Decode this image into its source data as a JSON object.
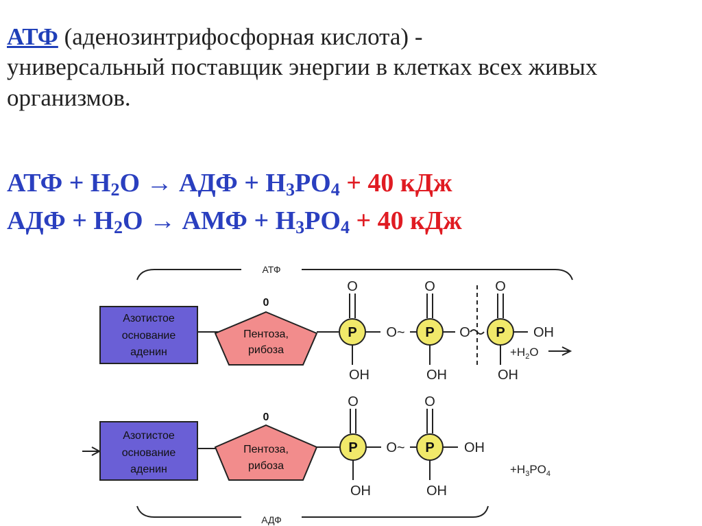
{
  "intro": {
    "abbr": "АТФ",
    "line1_rest": " (аденозинтрифосфорная кислота) -",
    "line2": "универсальный поставщик энергии в клетках всех живых организмов."
  },
  "equations": [
    {
      "lhs": "АТФ + H",
      "lhs_sub": "2",
      "mid1": "O → АДФ + H",
      "mid1_sub": "3",
      "mid2": "PO",
      "mid2_sub": "4",
      "energy": " + 40 кДж"
    },
    {
      "lhs": "АДФ + H",
      "lhs_sub": "2",
      "mid1": "O → АМФ + H",
      "mid1_sub": "3",
      "mid2": "PO",
      "mid2_sub": "4",
      "energy": " + 40 кДж"
    }
  ],
  "diagram": {
    "top_brace_label": "АТФ",
    "bottom_brace_label": "АДФ",
    "base_line1": "Азотистое",
    "base_line2": "основание",
    "base_line3": "аденин",
    "sugar_line1": "Пентоза,",
    "sugar_line2": "рибоза",
    "phosphorus": "P",
    "oxygen": "O",
    "link_o": "O",
    "ring_o": "0",
    "oh": "OH",
    "bond_tilde": "O~",
    "bridge_o": "O",
    "water_plus": "+H",
    "water_sub": "2",
    "water_tail": "O",
    "product_plus": "+H",
    "product_sub1": "3",
    "product_po": "PO",
    "product_sub2": "4"
  },
  "colors": {
    "blue_text": "#2a3fbf",
    "red_text": "#e01b22",
    "base_fill": "#6a5fd6",
    "sugar_fill": "#f28c8c",
    "phosphate_fill": "#f1e96a"
  }
}
